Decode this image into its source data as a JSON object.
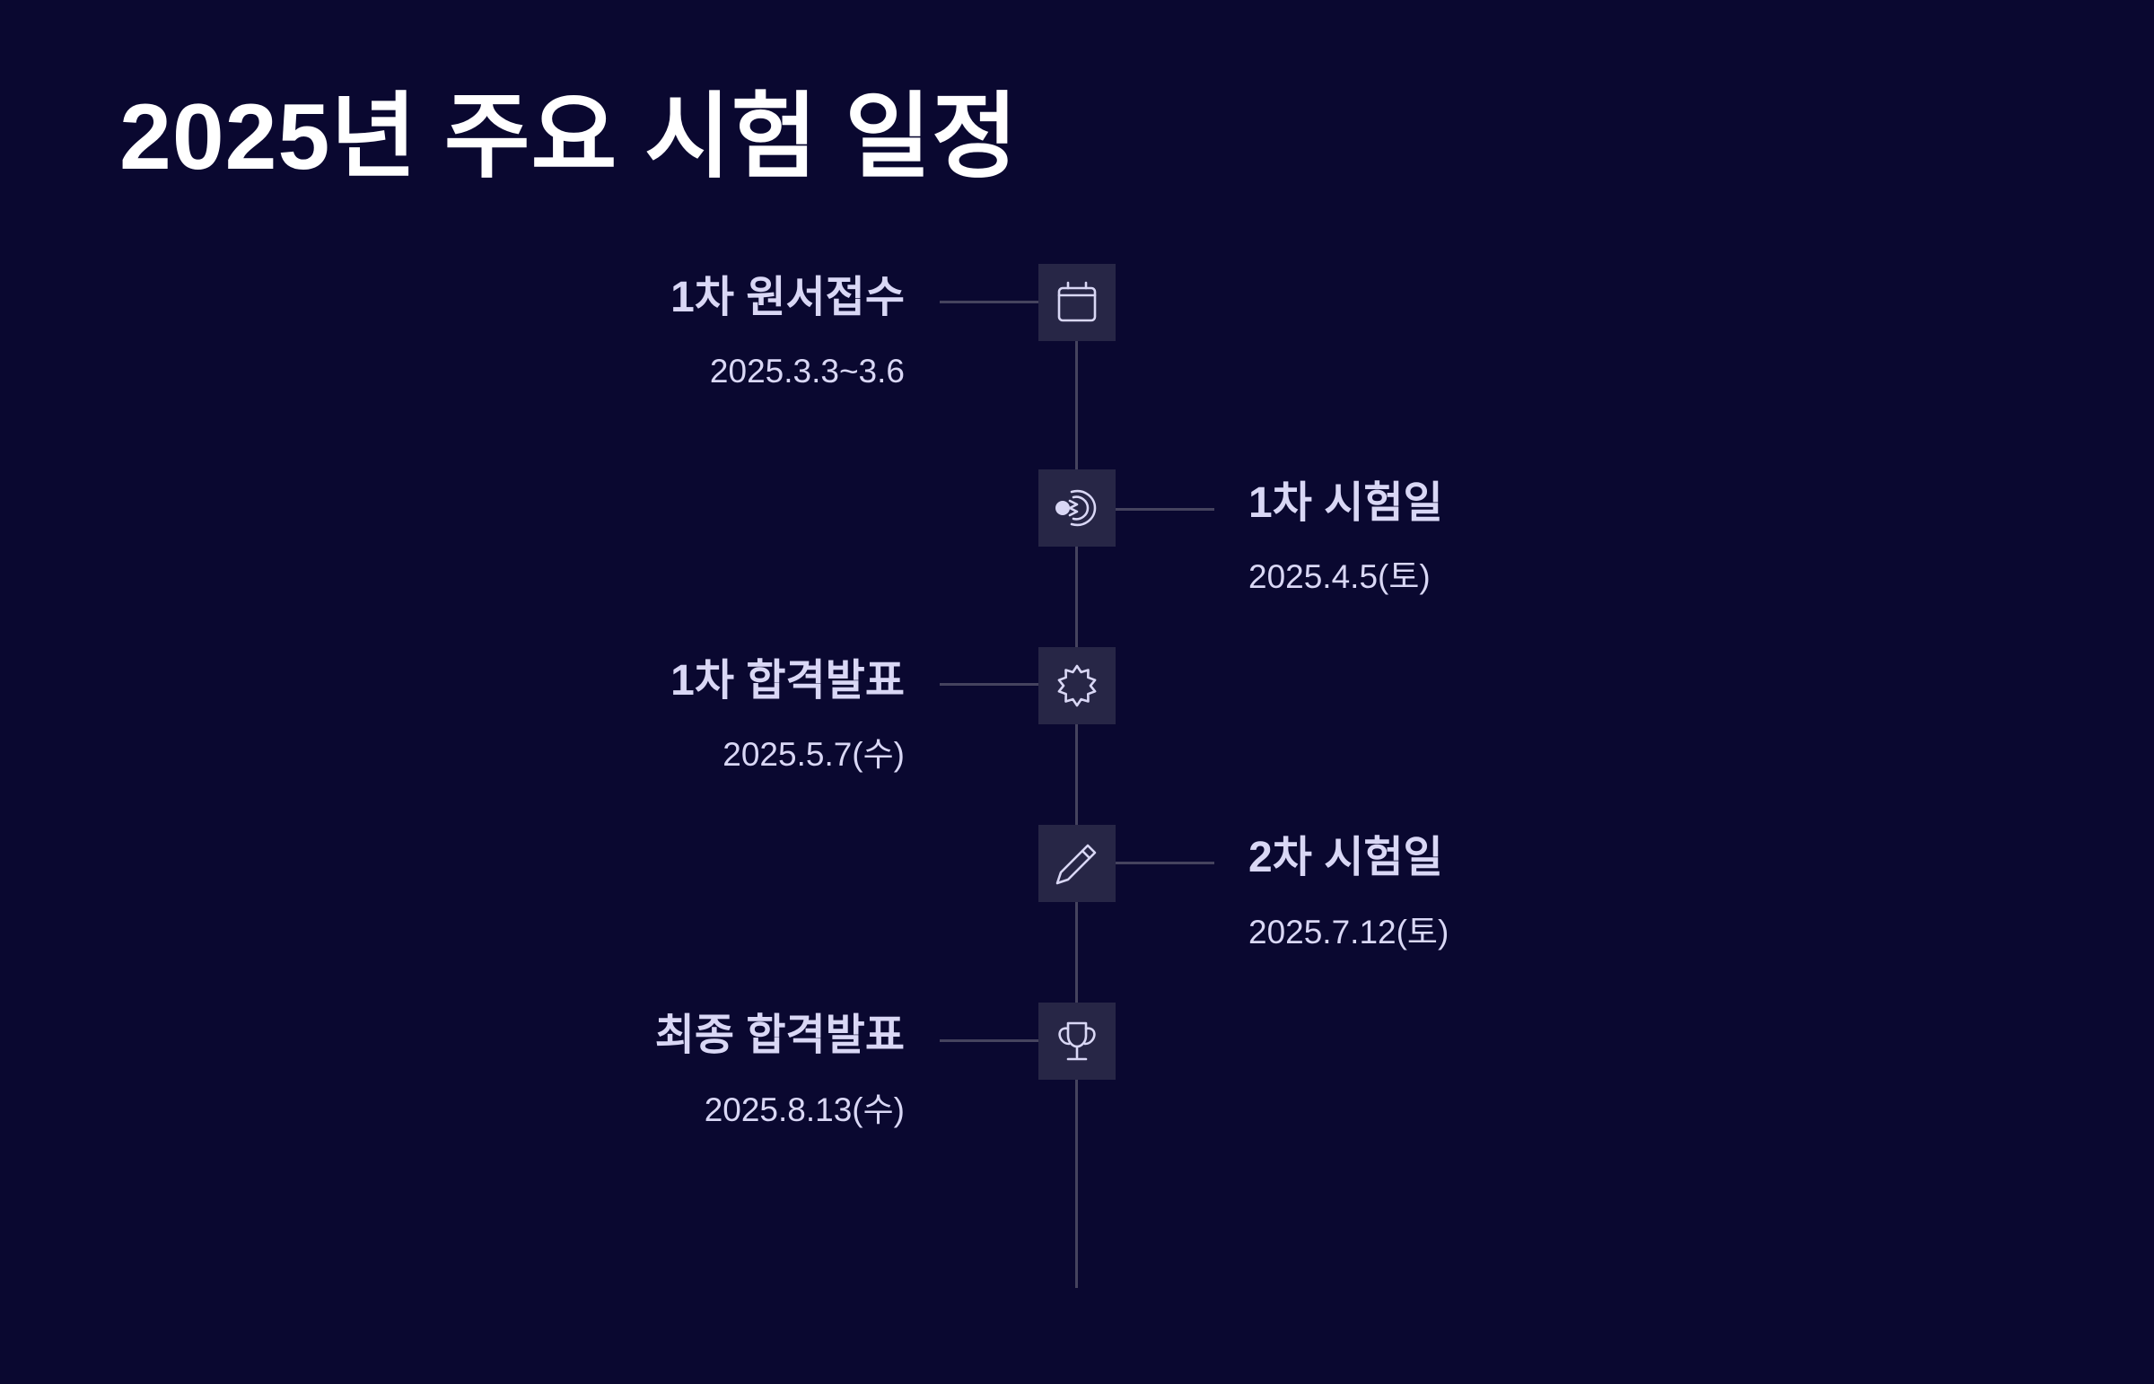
{
  "title": "2025년 주요 시험 일정",
  "events": [
    {
      "title": "1차 원서접수",
      "date": "2025.3.3~3.6",
      "icon": "calendar-icon",
      "side": "left"
    },
    {
      "title": "1차 시험일",
      "date": "2025.4.5(토)",
      "icon": "brain-icon",
      "side": "right"
    },
    {
      "title": "1차 합격발표",
      "date": "2025.5.7(수)",
      "icon": "badge-icon",
      "side": "left"
    },
    {
      "title": "2차 시험일",
      "date": "2025.7.12(토)",
      "icon": "pencil-icon",
      "side": "right"
    },
    {
      "title": "최종 합격발표",
      "date": "2025.8.13(수)",
      "icon": "trophy-icon",
      "side": "left"
    }
  ],
  "colors": {
    "background": "#0a0830",
    "box": "#272646",
    "line": "#45435e",
    "text": "#d9d7f5",
    "title": "#ffffff"
  }
}
